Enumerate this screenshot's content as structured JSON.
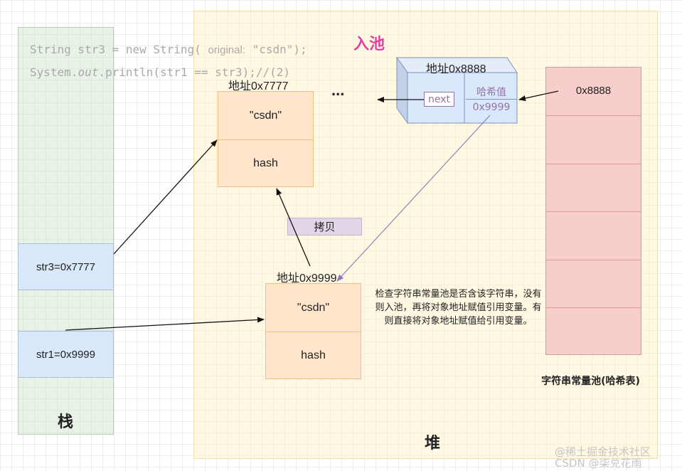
{
  "code_lines": {
    "line1": {
      "pre": "String str3 = new String( ",
      "hint": "original:",
      "post": " \"csdn\");"
    },
    "line2": {
      "pre": "System.",
      "italic": "out",
      "post": ".println(str1 == str3);//(2)"
    }
  },
  "stack": {
    "title": "栈",
    "vars": [
      "str3=0x7777",
      "str1=0x9999"
    ]
  },
  "heap": {
    "title": "堆"
  },
  "objects": {
    "upper": {
      "address": "地址0x7777",
      "value": "\"csdn\"",
      "hash": "hash"
    },
    "lower": {
      "address": "地址0x9999",
      "value": "\"csdn\"",
      "hash": "hash"
    }
  },
  "ellipsis": "...",
  "into_pool_label": "入池",
  "pool_entry": {
    "address": "地址0x8888",
    "next": "next",
    "hash_label": "哈希值",
    "hash_value": "0x9999"
  },
  "copy_label": "拷贝",
  "note": "检查字符串常量池是否含该字符串，没有则入池，再将对象地址赋值引用变量。有则直接将对象地址赋值给引用变量。",
  "pool": {
    "first_cell": "0x8888",
    "title": "字符串常量池(哈希表)"
  },
  "watermarks": [
    "@稀土掘金技术社区",
    "CSDN @柒兑花雨"
  ],
  "colors": {
    "stack": "#d5e8d4",
    "heap": "#fff2cc",
    "object": "#ffe6cc",
    "variable": "#dae8fc",
    "pool": "#f8cecc",
    "entry_field": "#9673a6",
    "into_pool": "#e63fa0",
    "copy_label": "#e1d5e7"
  }
}
